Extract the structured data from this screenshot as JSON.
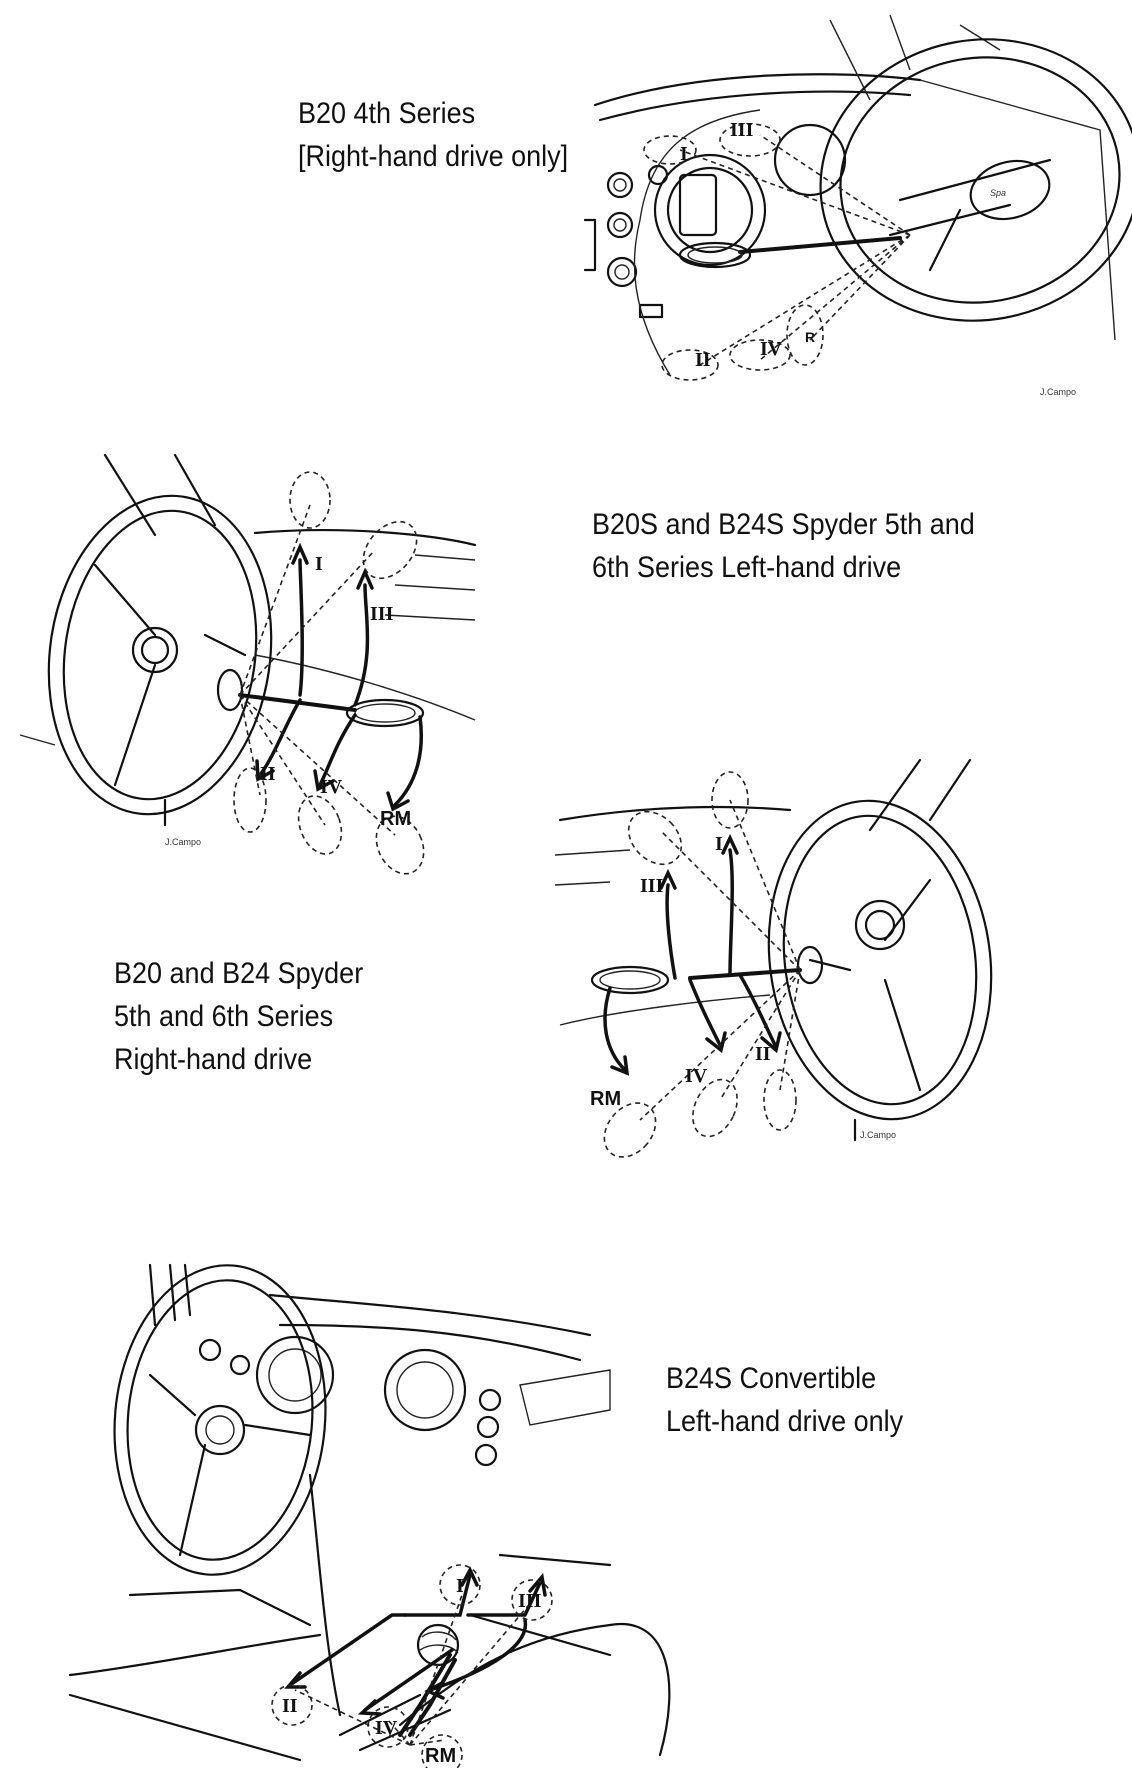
{
  "captions": {
    "b20_4th": "B20 4th Series\n[Right-hand drive only]",
    "spyder_lhd": "B20S and B24S Spyder 5th and\n6th Series Left-hand drive",
    "spyder_rhd": "B20 and B24 Spyder\n5th and 6th Series\nRight-hand drive",
    "convertible": "B24S Convertible\nLeft-hand drive only"
  },
  "gears": {
    "first": "I",
    "second": "II",
    "third": "III",
    "fourth": "IV",
    "reverse_short": "R",
    "reverse": "RM"
  },
  "artist_signature": "J.Campo"
}
